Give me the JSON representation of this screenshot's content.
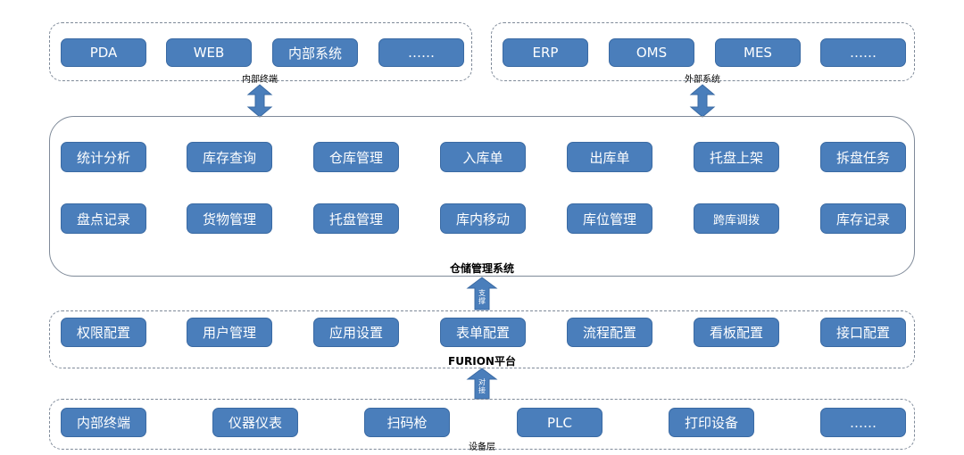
{
  "top": {
    "internal": {
      "caption": "内部终端",
      "items": [
        "PDA",
        "WEB",
        "内部系统",
        "……"
      ]
    },
    "external": {
      "caption": "外部系统",
      "items": [
        "ERP",
        "OMS",
        "MES",
        "……"
      ]
    }
  },
  "wms": {
    "caption": "仓储管理系统",
    "row1": [
      "统计分析",
      "库存查询",
      "仓库管理",
      "入库单",
      "出库单",
      "托盘上架",
      "拆盘任务"
    ],
    "row2": [
      "盘点记录",
      "货物管理",
      "托盘管理",
      "库内移动",
      "库位管理",
      "跨库调拨",
      "库存记录"
    ]
  },
  "arrows": {
    "support": [
      "支",
      "撑"
    ],
    "connect": [
      "对",
      "接"
    ]
  },
  "furion": {
    "caption": "FURION平台",
    "items": [
      "权限配置",
      "用户管理",
      "应用设置",
      "表单配置",
      "流程配置",
      "看板配置",
      "接口配置"
    ]
  },
  "device": {
    "caption": "设备层",
    "items": [
      "内部终端",
      "仪器仪表",
      "扫码枪",
      "PLC",
      "打印设备",
      "……"
    ]
  },
  "colors": {
    "box": "#4a7ebb",
    "border": "#7f8a99"
  }
}
